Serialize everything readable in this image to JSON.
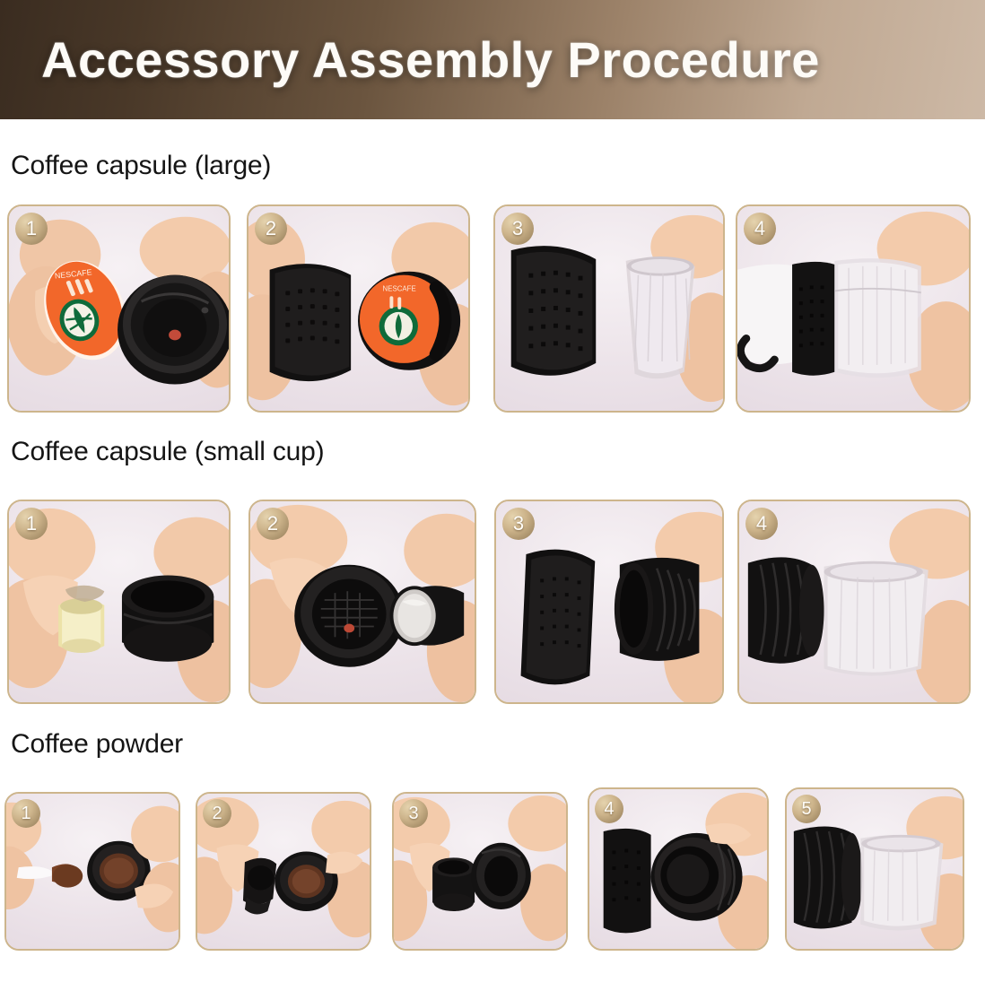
{
  "header": {
    "title": "Accessory Assembly Procedure",
    "gradient_from": "#3a2c20",
    "gradient_to": "#cdb9a6",
    "text_color": "#fdfbf7"
  },
  "theme": {
    "card_border": "#cdb58c",
    "card_background": "#efe7ec",
    "badge_gold": "#cdb48b",
    "badge_text": "#fffdf8",
    "page_background": "#ffffff",
    "section_title_color": "#151515"
  },
  "sections": [
    {
      "title": "Coffee capsule (large)",
      "steps": [
        {
          "number": "1",
          "alt": "Hands holding an orange coffee capsule next to an open black capsule holder"
        },
        {
          "number": "2",
          "alt": "Orange capsule being inserted into the black holder with outer sleeve alongside"
        },
        {
          "number": "3",
          "alt": "Black textured sleeve aligned with a frosted translucent cup"
        },
        {
          "number": "4",
          "alt": "Assembled white and black brewer held in a hand"
        }
      ]
    },
    {
      "title": "Coffee capsule (small cup)",
      "steps": [
        {
          "number": "1",
          "alt": "Hands holding a small gold capsule next to a black holder ring"
        },
        {
          "number": "2",
          "alt": "Black perforated base plate beside a small capsule cup"
        },
        {
          "number": "3",
          "alt": "Black textured sleeve being joined with the threaded black body"
        },
        {
          "number": "4",
          "alt": "Black threaded body joined with the frosted translucent cup"
        }
      ]
    },
    {
      "title": "Coffee powder",
      "steps": [
        {
          "number": "1",
          "alt": "Spoon of ground coffee powder being added to a black powder basket"
        },
        {
          "number": "2",
          "alt": "Hands holding the filled powder basket and the black lid"
        },
        {
          "number": "3",
          "alt": "Powder basket being aligned with the black threaded ring"
        },
        {
          "number": "4",
          "alt": "Black textured sleeve screwed on to the black threaded body"
        },
        {
          "number": "5",
          "alt": "Assembled black body attached to the frosted translucent cup"
        }
      ]
    }
  ]
}
